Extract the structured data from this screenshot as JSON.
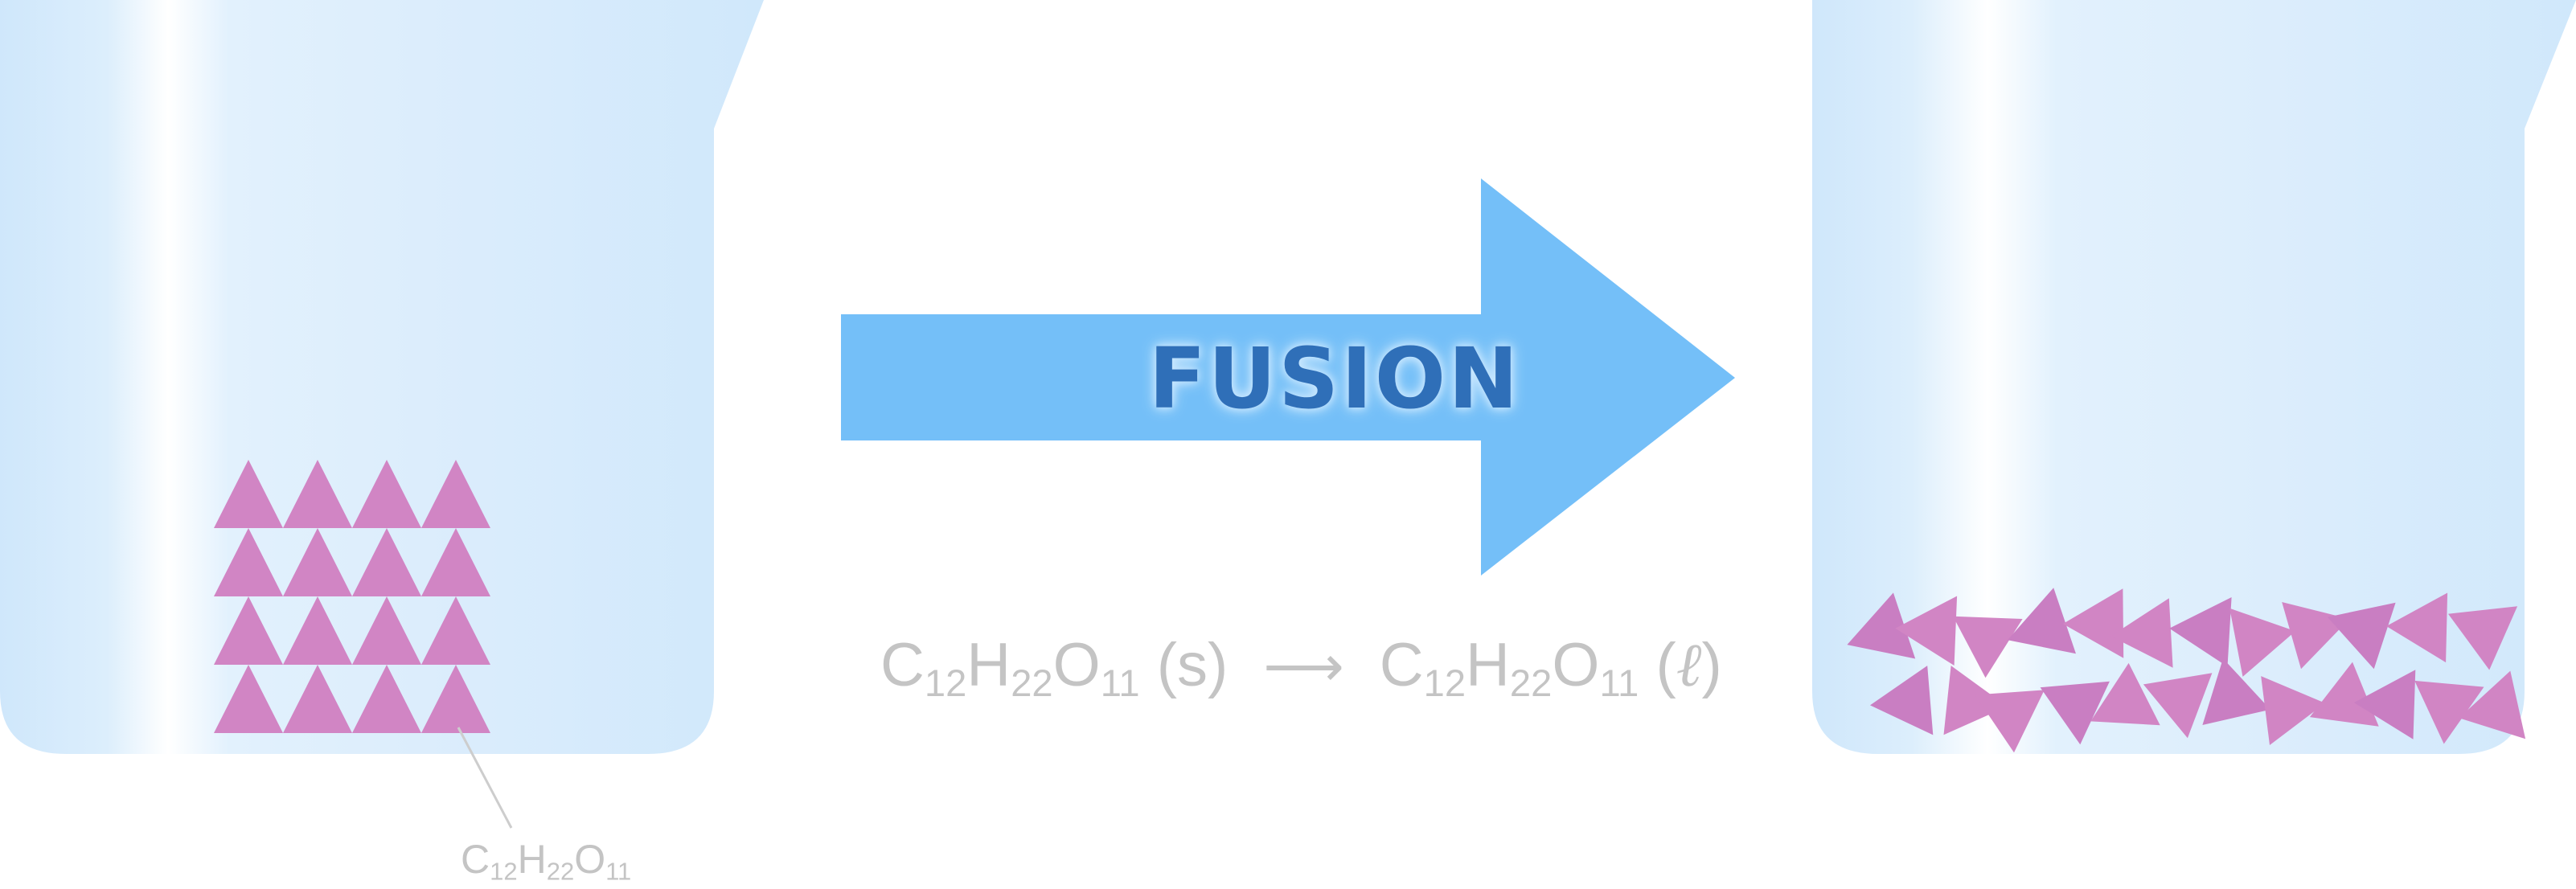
{
  "process_label": "FUSION",
  "equation": {
    "reactant": {
      "C": "C",
      "c_sub": "12",
      "H": "H",
      "h_sub": "22",
      "O": "O",
      "o_sub": "11",
      "state": "(s)"
    },
    "arrow": "⟶",
    "product": {
      "C": "C",
      "c_sub": "12",
      "H": "H",
      "h_sub": "22",
      "O": "O",
      "o_sub": "11",
      "state_open": "(",
      "state_symbol": "ℓ",
      "state_close": ")"
    }
  },
  "molecule_label": {
    "C": "C",
    "c_sub": "12",
    "H": "H",
    "h_sub": "22",
    "O": "O",
    "o_sub": "11"
  },
  "colors": {
    "beaker_fill": "#d3eafc",
    "arrow_fill": "#74bff8",
    "particle": "#d185c4",
    "particle_alt": "#c97ec2",
    "text_gray": "#c4c4c4",
    "fusion_text": "#2f6fb8"
  },
  "solid_lattice": {
    "rows": 4,
    "columns": 4
  },
  "liquid_particle_count": 24
}
